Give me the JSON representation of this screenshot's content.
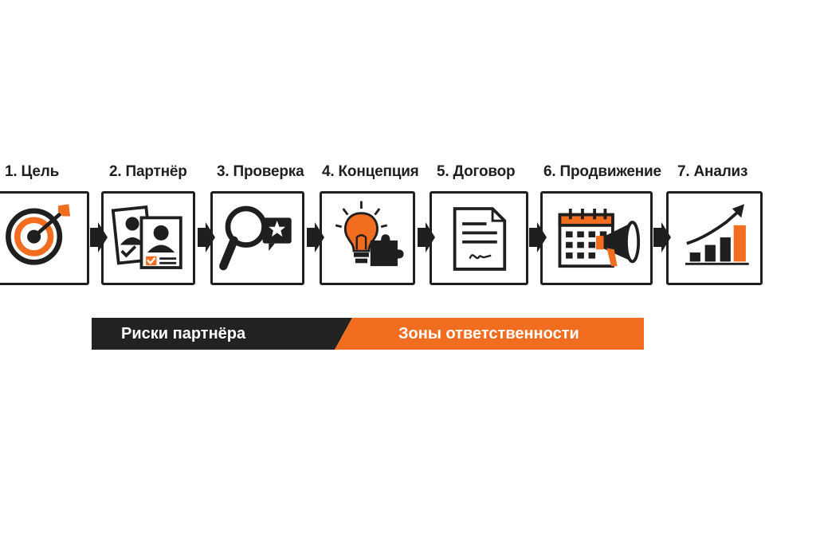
{
  "steps": [
    {
      "label": "1. Цель",
      "icon": "target-icon"
    },
    {
      "label": "2. Партнёр",
      "icon": "partner-profiles-icon"
    },
    {
      "label": "3. Проверка",
      "icon": "magnifier-star-icon"
    },
    {
      "label": "4. Концепция",
      "icon": "lightbulb-puzzle-icon"
    },
    {
      "label": "5. Договор",
      "icon": "contract-document-icon"
    },
    {
      "label": "6. Продвижение",
      "icon": "calendar-megaphone-icon"
    },
    {
      "label": "7. Анализ",
      "icon": "growth-chart-icon"
    }
  ],
  "bottom_bar": {
    "left_label": "Риски партнёра",
    "right_label": "Зоны ответственности"
  },
  "colors": {
    "accent": "#f26d1f",
    "dark": "#1f1f1f",
    "background": "#ffffff"
  }
}
